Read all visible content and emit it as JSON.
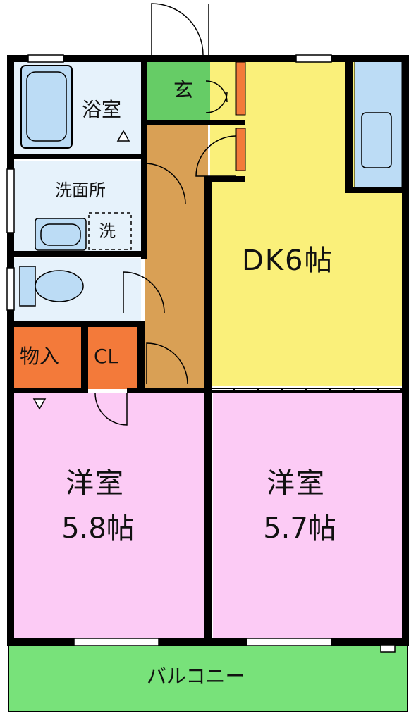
{
  "plan": {
    "rooms": [
      {
        "key": "bath",
        "label": "浴室"
      },
      {
        "key": "entrance",
        "label": "玄"
      },
      {
        "key": "washroom",
        "label": "洗面所"
      },
      {
        "key": "washer",
        "label": "洗"
      },
      {
        "key": "storage",
        "label": "物入"
      },
      {
        "key": "closet",
        "label": "CL"
      },
      {
        "key": "dk",
        "label": "DK6帖"
      },
      {
        "key": "western1",
        "label": "洋室",
        "size": "5.8帖"
      },
      {
        "key": "western2",
        "label": "洋室",
        "size": "5.7帖"
      },
      {
        "key": "balcony",
        "label": "バルコニー"
      }
    ],
    "colors": {
      "wall": "#000000",
      "hall": "#d9a055",
      "entrance": "#66cc66",
      "dk": "#faf07a",
      "western": "#fccbf5",
      "wet": "#e6f2fb",
      "fixture": "#bcdcf5",
      "storage": "#f37a3a",
      "balcony": "#78e27a"
    }
  }
}
